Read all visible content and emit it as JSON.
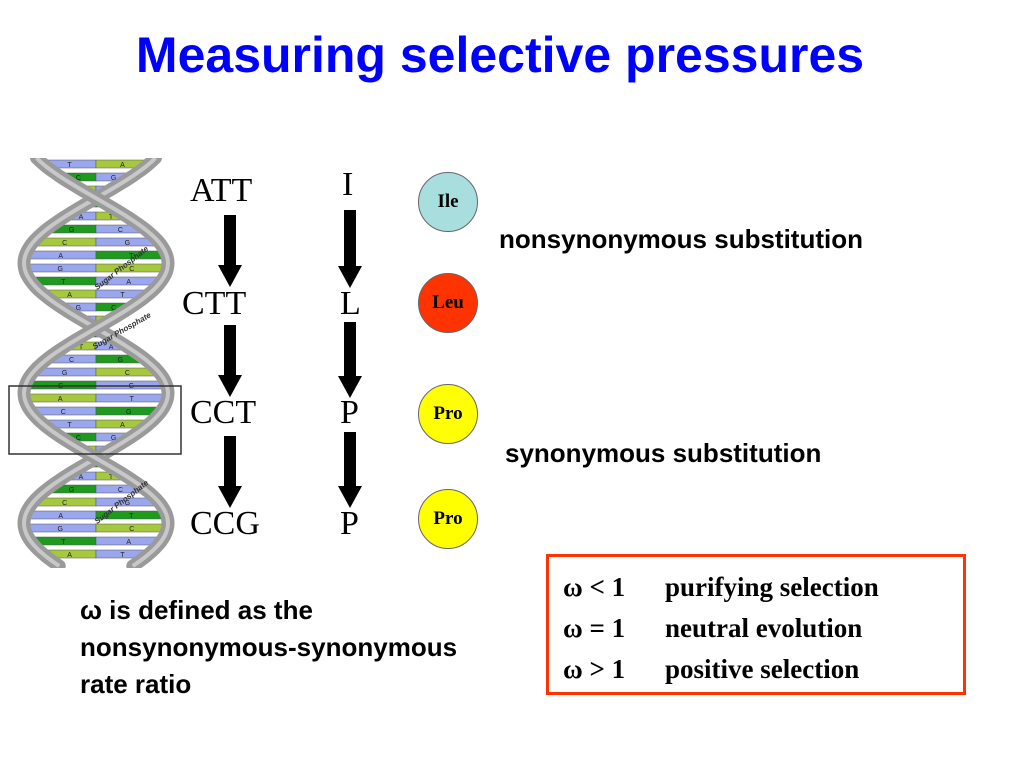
{
  "title": "Measuring selective pressures",
  "colors": {
    "title": "#0000ff",
    "ile": "#a9dede",
    "leu": "#ff3300",
    "pro": "#ffff00",
    "box_border": "#ff3300",
    "dna_backbone": "#9a9a9a",
    "dna_green": "#1e9a1e",
    "dna_lightgreen": "#a6c83c",
    "dna_blue": "#9aa6ee"
  },
  "dna": {
    "backbone_label": "Sugar Phosphate",
    "base_letters": [
      "T",
      "A",
      "C",
      "G",
      "A",
      "T",
      "G",
      "C",
      "C",
      "G",
      "A",
      "T",
      "G",
      "C",
      "T",
      "A",
      "A",
      "T",
      "G",
      "C",
      "T",
      "A",
      "C",
      "G",
      "G",
      "C",
      "C",
      "G",
      "A",
      "T",
      "C",
      "G"
    ]
  },
  "codons": [
    "ATT",
    "CTT",
    "CCT",
    "CCG"
  ],
  "amino_acids": [
    "I",
    "L",
    "P",
    "P"
  ],
  "residues": [
    {
      "label": "Ile",
      "color_key": "ile"
    },
    {
      "label": "Leu",
      "color_key": "leu"
    },
    {
      "label": "Pro",
      "color_key": "pro"
    },
    {
      "label": "Pro",
      "color_key": "pro"
    }
  ],
  "substitutions": {
    "nonsynonymous": "nonsynonymous substitution",
    "synonymous": "synonymous substitution"
  },
  "omega_definition": "ω is defined as the nonsynonymous-synonymous rate ratio",
  "omega_table": [
    {
      "condition": "ω < 1",
      "meaning": "purifying selection"
    },
    {
      "condition": "ω = 1",
      "meaning": "neutral evolution"
    },
    {
      "condition": "ω > 1",
      "meaning": "positive selection"
    }
  ]
}
